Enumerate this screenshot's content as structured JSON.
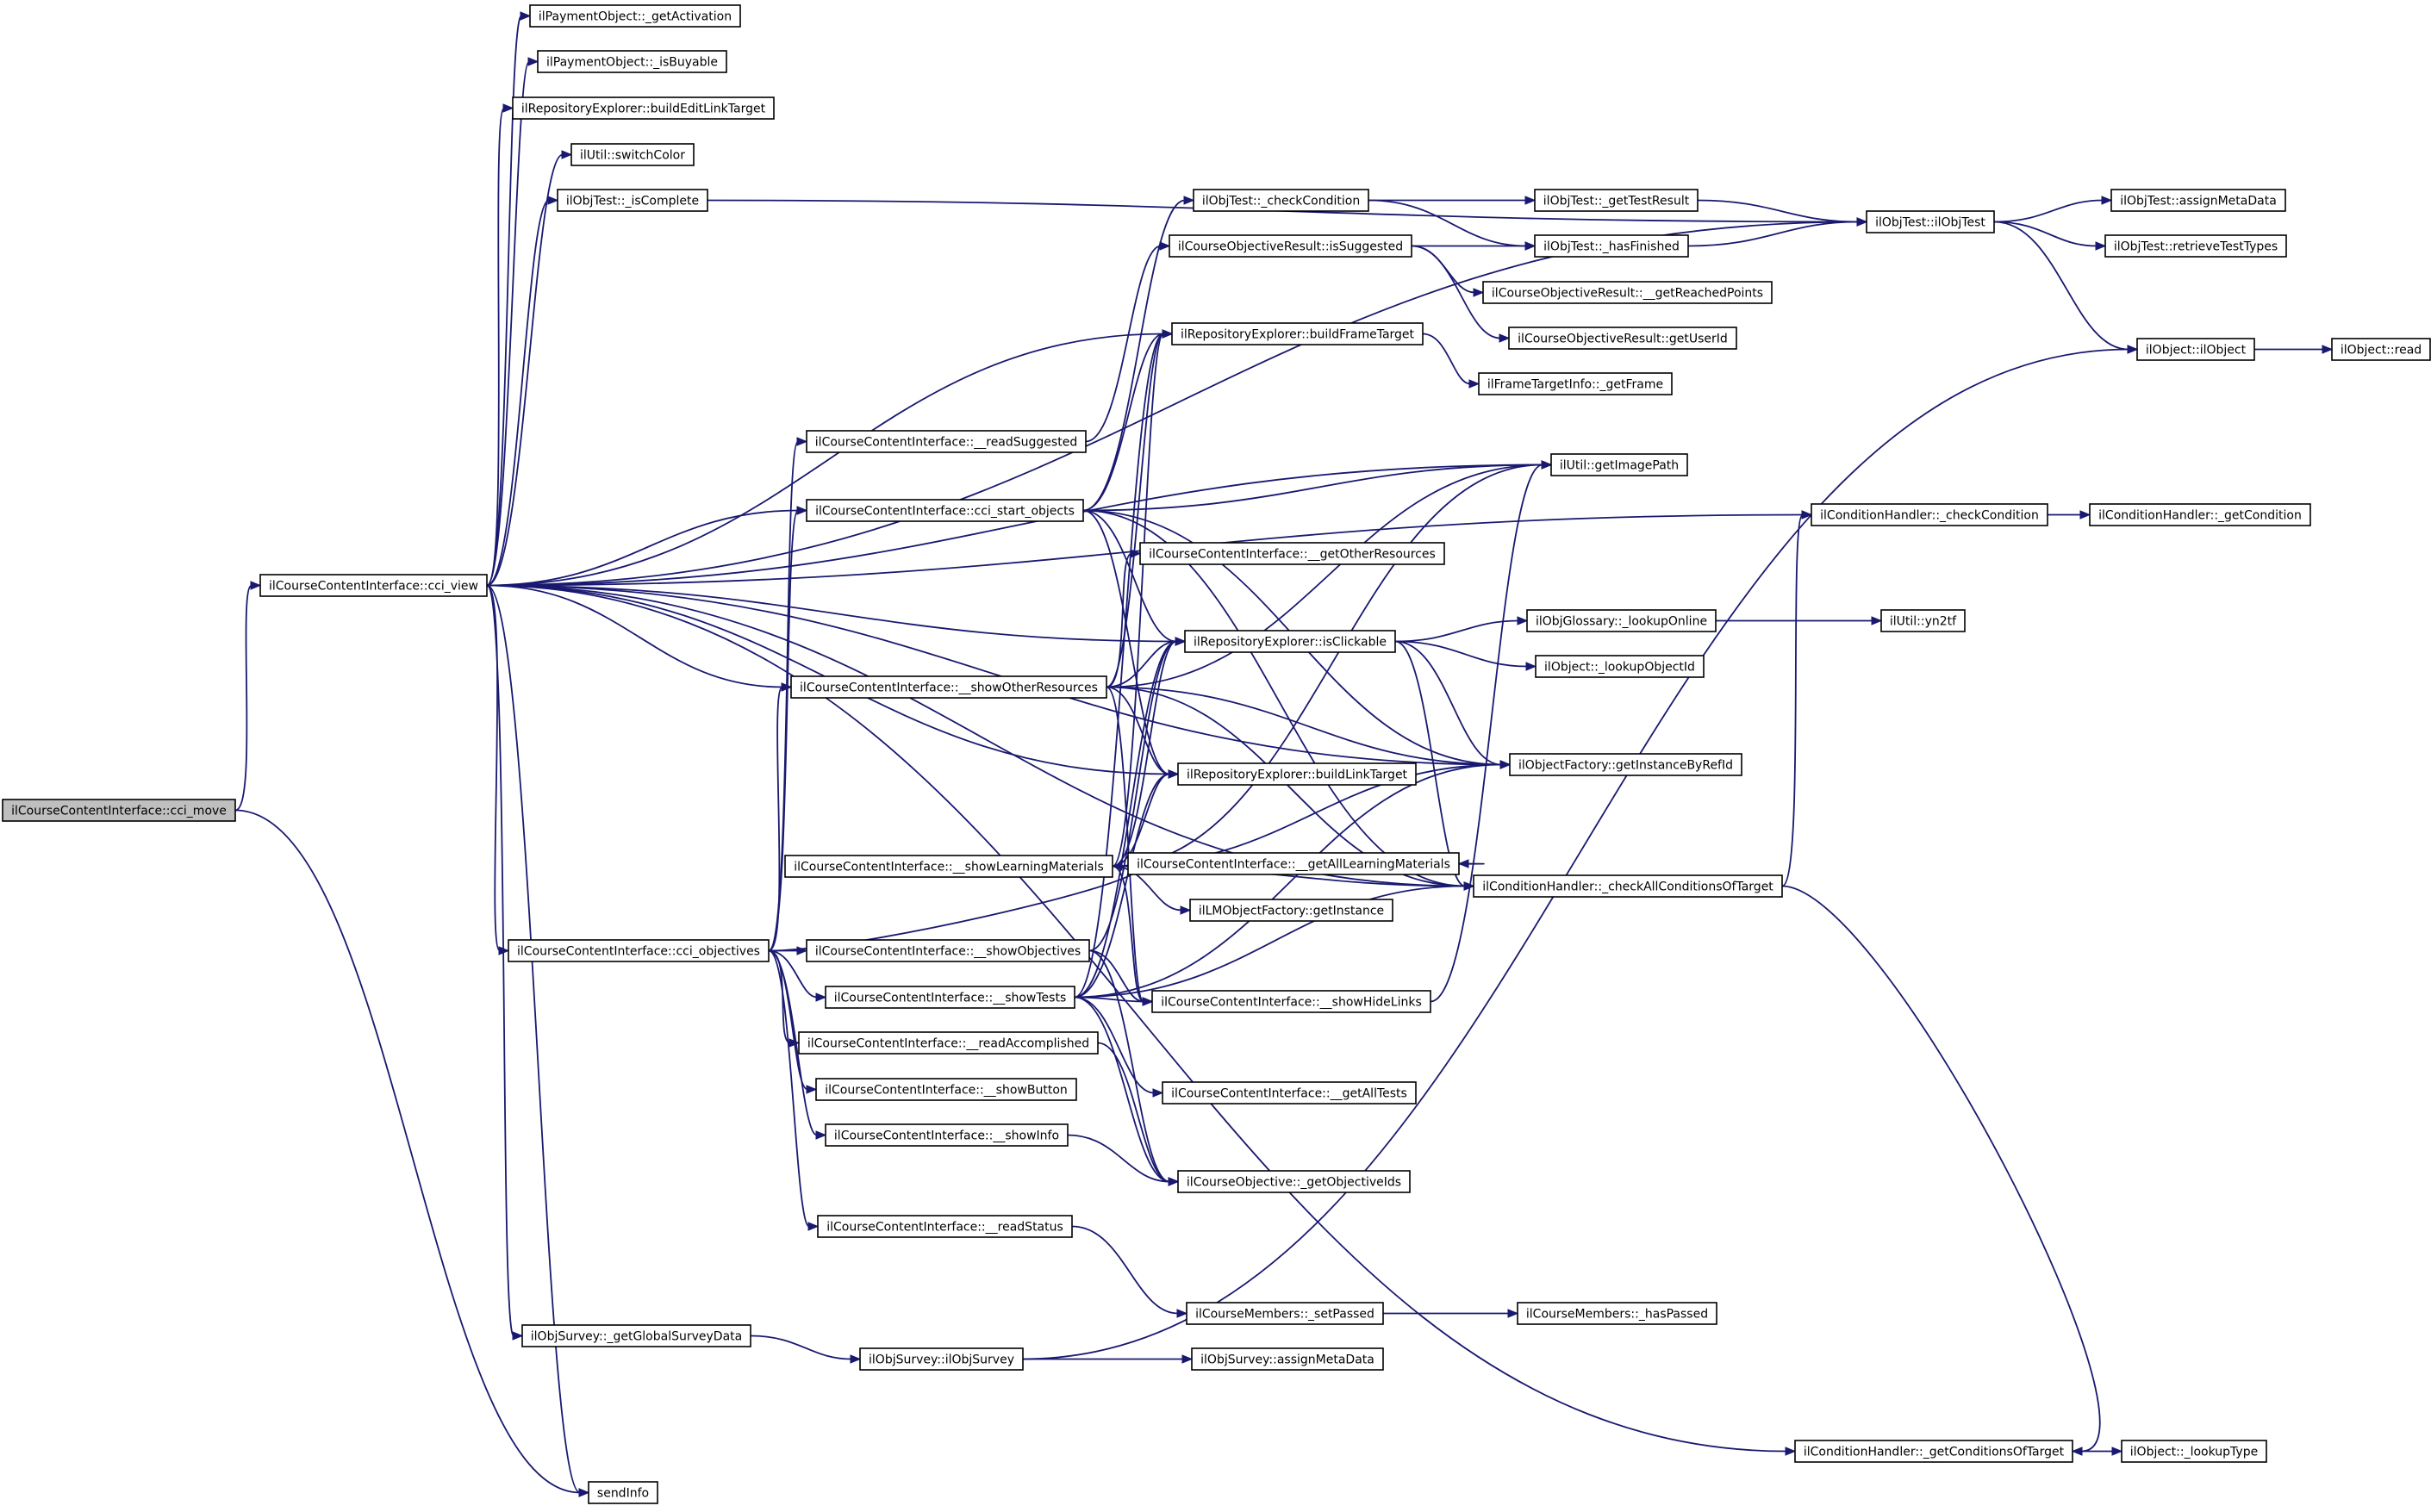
{
  "colors": {
    "edge": "#191970",
    "node_border": "#000000",
    "root_fill": "#bfbfbf",
    "node_fill": "#ffffff"
  },
  "nodes": [
    {
      "id": "move",
      "label": "ilCourseContentInterface::cci_move",
      "root": true
    },
    {
      "id": "view",
      "label": "ilCourseContentInterface::cci_view"
    },
    {
      "id": "p_getAct",
      "label": "ilPaymentObject::_getActivation"
    },
    {
      "id": "p_isBuy",
      "label": "ilPaymentObject::_isBuyable"
    },
    {
      "id": "re_edit",
      "label": "ilRepositoryExplorer::buildEditLinkTarget"
    },
    {
      "id": "u_switch",
      "label": "ilUtil::switchColor"
    },
    {
      "id": "t_isComplete",
      "label": "ilObjTest::_isComplete"
    },
    {
      "id": "read_sugg",
      "label": "ilCourseContentInterface::__readSuggested"
    },
    {
      "id": "start_obj",
      "label": "ilCourseContentInterface::cci_start_objects"
    },
    {
      "id": "show_other",
      "label": "ilCourseContentInterface::__showOtherResources"
    },
    {
      "id": "show_lm",
      "label": "ilCourseContentInterface::__showLearningMaterials"
    },
    {
      "id": "objectives",
      "label": "ilCourseContentInterface::cci_objectives"
    },
    {
      "id": "show_obj",
      "label": "ilCourseContentInterface::__showObjectives"
    },
    {
      "id": "show_tests",
      "label": "ilCourseContentInterface::__showTests"
    },
    {
      "id": "read_acc",
      "label": "ilCourseContentInterface::__readAccomplished"
    },
    {
      "id": "show_btn",
      "label": "ilCourseContentInterface::__showButton"
    },
    {
      "id": "show_info",
      "label": "ilCourseContentInterface::__showInfo"
    },
    {
      "id": "read_status",
      "label": "ilCourseContentInterface::__readStatus"
    },
    {
      "id": "survey_global",
      "label": "ilObjSurvey::_getGlobalSurveyData"
    },
    {
      "id": "survey_ctor",
      "label": "ilObjSurvey::ilObjSurvey"
    },
    {
      "id": "send_info",
      "label": "sendInfo"
    },
    {
      "id": "t_checkCond",
      "label": "ilObjTest::_checkCondition"
    },
    {
      "id": "cor_isSugg",
      "label": "ilCourseObjectiveResult::isSuggested"
    },
    {
      "id": "re_frame",
      "label": "ilRepositoryExplorer::buildFrameTarget"
    },
    {
      "id": "get_other",
      "label": "ilCourseContentInterface::__getOtherResources"
    },
    {
      "id": "re_click",
      "label": "ilRepositoryExplorer::isClickable"
    },
    {
      "id": "re_link",
      "label": "ilRepositoryExplorer::buildLinkTarget"
    },
    {
      "id": "get_all_lm",
      "label": "ilCourseContentInterface::__getAllLearningMaterials"
    },
    {
      "id": "lm_factory",
      "label": "ilLMObjectFactory::getInstance"
    },
    {
      "id": "show_hide",
      "label": "ilCourseContentInterface::__showHideLinks"
    },
    {
      "id": "get_all_tests",
      "label": "ilCourseContentInterface::__getAllTests"
    },
    {
      "id": "co_ids",
      "label": "ilCourseObjective::_getObjectiveIds"
    },
    {
      "id": "cm_setPassed",
      "label": "ilCourseMembers::_setPassed"
    },
    {
      "id": "survey_meta",
      "label": "ilObjSurvey::assignMetaData"
    },
    {
      "id": "t_testResult",
      "label": "ilObjTest::_getTestResult"
    },
    {
      "id": "t_hasFinished",
      "label": "ilObjTest::_hasFinished"
    },
    {
      "id": "cor_reached",
      "label": "ilCourseObjectiveResult::__getReachedPoints"
    },
    {
      "id": "cor_userId",
      "label": "ilCourseObjectiveResult::getUserId"
    },
    {
      "id": "ft_getFrame",
      "label": "ilFrameTargetInfo::_getFrame"
    },
    {
      "id": "u_imgPath",
      "label": "ilUtil::getImagePath"
    },
    {
      "id": "gl_lookup",
      "label": "ilObjGlossary::_lookupOnline"
    },
    {
      "id": "o_lookupId",
      "label": "ilObject::_lookupObjectId"
    },
    {
      "id": "of_byRef",
      "label": "ilObjectFactory::getInstanceByRefId"
    },
    {
      "id": "ch_checkAll",
      "label": "ilConditionHandler::_checkAllConditionsOfTarget"
    },
    {
      "id": "cm_hasPassed",
      "label": "ilCourseMembers::_hasPassed"
    },
    {
      "id": "ch_getCondsOf",
      "label": "ilConditionHandler::_getConditionsOfTarget"
    },
    {
      "id": "t_ctor",
      "label": "ilObjTest::ilObjTest"
    },
    {
      "id": "ch_checkCond",
      "label": "ilConditionHandler::_checkCondition"
    },
    {
      "id": "u_yn2tf",
      "label": "ilUtil::yn2tf"
    },
    {
      "id": "t_assignMeta",
      "label": "ilObjTest::assignMetaData"
    },
    {
      "id": "t_retrieve",
      "label": "ilObjTest::retrieveTestTypes"
    },
    {
      "id": "o_ctor",
      "label": "ilObject::ilObject"
    },
    {
      "id": "ch_getCond",
      "label": "ilConditionHandler::_getCondition"
    },
    {
      "id": "o_lookupType",
      "label": "ilObject::_lookupType"
    },
    {
      "id": "o_read",
      "label": "ilObject::read"
    }
  ],
  "edges": [
    [
      "move",
      "view"
    ],
    [
      "move",
      "send_info"
    ],
    [
      "view",
      "p_getAct"
    ],
    [
      "view",
      "p_isBuy"
    ],
    [
      "view",
      "re_edit"
    ],
    [
      "view",
      "u_switch"
    ],
    [
      "view",
      "t_isComplete"
    ],
    [
      "view",
      "t_ctor"
    ],
    [
      "view",
      "ch_checkCond"
    ],
    [
      "view",
      "u_imgPath"
    ],
    [
      "view",
      "re_frame"
    ],
    [
      "view",
      "start_obj"
    ],
    [
      "view",
      "re_click"
    ],
    [
      "view",
      "re_link"
    ],
    [
      "view",
      "show_other"
    ],
    [
      "view",
      "objectives"
    ],
    [
      "view",
      "of_byRef"
    ],
    [
      "view",
      "ch_checkAll"
    ],
    [
      "view",
      "survey_global"
    ],
    [
      "view",
      "ch_getCondsOf"
    ],
    [
      "view",
      "send_info"
    ],
    [
      "t_isComplete",
      "t_ctor"
    ],
    [
      "read_sugg",
      "cor_isSugg"
    ],
    [
      "start_obj",
      "t_checkCond"
    ],
    [
      "start_obj",
      "re_frame"
    ],
    [
      "start_obj",
      "u_imgPath"
    ],
    [
      "start_obj",
      "re_click"
    ],
    [
      "start_obj",
      "re_link"
    ],
    [
      "start_obj",
      "of_byRef"
    ],
    [
      "start_obj",
      "ch_checkAll"
    ],
    [
      "show_other",
      "get_other"
    ],
    [
      "show_other",
      "re_frame"
    ],
    [
      "show_other",
      "u_imgPath"
    ],
    [
      "show_other",
      "re_click"
    ],
    [
      "show_other",
      "re_link"
    ],
    [
      "show_other",
      "show_hide"
    ],
    [
      "show_other",
      "of_byRef"
    ],
    [
      "show_other",
      "ch_checkAll"
    ],
    [
      "show_lm",
      "get_all_lm"
    ],
    [
      "show_lm",
      "lm_factory"
    ],
    [
      "show_lm",
      "re_frame"
    ],
    [
      "show_lm",
      "re_click"
    ],
    [
      "show_lm",
      "re_link"
    ],
    [
      "show_lm",
      "show_hide"
    ],
    [
      "show_lm",
      "u_imgPath"
    ],
    [
      "show_lm",
      "of_byRef"
    ],
    [
      "show_lm",
      "ch_checkAll"
    ],
    [
      "objectives",
      "read_sugg"
    ],
    [
      "objectives",
      "start_obj"
    ],
    [
      "objectives",
      "show_other"
    ],
    [
      "objectives",
      "show_lm"
    ],
    [
      "objectives",
      "show_obj"
    ],
    [
      "objectives",
      "show_tests"
    ],
    [
      "objectives",
      "read_acc"
    ],
    [
      "objectives",
      "show_btn"
    ],
    [
      "objectives",
      "show_info"
    ],
    [
      "objectives",
      "read_status"
    ],
    [
      "show_obj",
      "re_click"
    ],
    [
      "show_obj",
      "show_hide"
    ],
    [
      "show_obj",
      "co_ids"
    ],
    [
      "show_tests",
      "re_frame"
    ],
    [
      "show_tests",
      "re_click"
    ],
    [
      "show_tests",
      "re_link"
    ],
    [
      "show_tests",
      "show_hide"
    ],
    [
      "show_tests",
      "get_all_tests"
    ],
    [
      "show_tests",
      "of_byRef"
    ],
    [
      "show_tests",
      "ch_checkAll"
    ],
    [
      "show_tests",
      "co_ids"
    ],
    [
      "read_acc",
      "co_ids"
    ],
    [
      "show_info",
      "co_ids"
    ],
    [
      "read_status",
      "cm_setPassed"
    ],
    [
      "survey_global",
      "survey_ctor"
    ],
    [
      "survey_ctor",
      "survey_meta"
    ],
    [
      "survey_ctor",
      "o_ctor"
    ],
    [
      "t_checkCond",
      "t_testResult"
    ],
    [
      "t_checkCond",
      "t_hasFinished"
    ],
    [
      "cor_isSugg",
      "t_hasFinished"
    ],
    [
      "cor_isSugg",
      "cor_reached"
    ],
    [
      "cor_isSugg",
      "cor_userId"
    ],
    [
      "re_frame",
      "ft_getFrame"
    ],
    [
      "re_click",
      "gl_lookup"
    ],
    [
      "re_click",
      "o_lookupId"
    ],
    [
      "re_click",
      "of_byRef"
    ],
    [
      "re_click",
      "ch_checkAll"
    ],
    [
      "show_hide",
      "u_imgPath"
    ],
    [
      "cm_setPassed",
      "cm_hasPassed"
    ],
    [
      "t_testResult",
      "t_ctor"
    ],
    [
      "t_hasFinished",
      "t_ctor"
    ],
    [
      "gl_lookup",
      "u_yn2tf"
    ],
    [
      "ch_checkAll",
      "ch_checkCond"
    ],
    [
      "ch_checkAll",
      "ch_getCondsOf"
    ],
    [
      "ch_getCondsOf",
      "o_lookupType"
    ],
    [
      "t_ctor",
      "t_assignMeta"
    ],
    [
      "t_ctor",
      "t_retrieve"
    ],
    [
      "t_ctor",
      "o_ctor"
    ],
    [
      "ch_checkCond",
      "ch_getCond"
    ],
    [
      "o_ctor",
      "o_read"
    ]
  ]
}
